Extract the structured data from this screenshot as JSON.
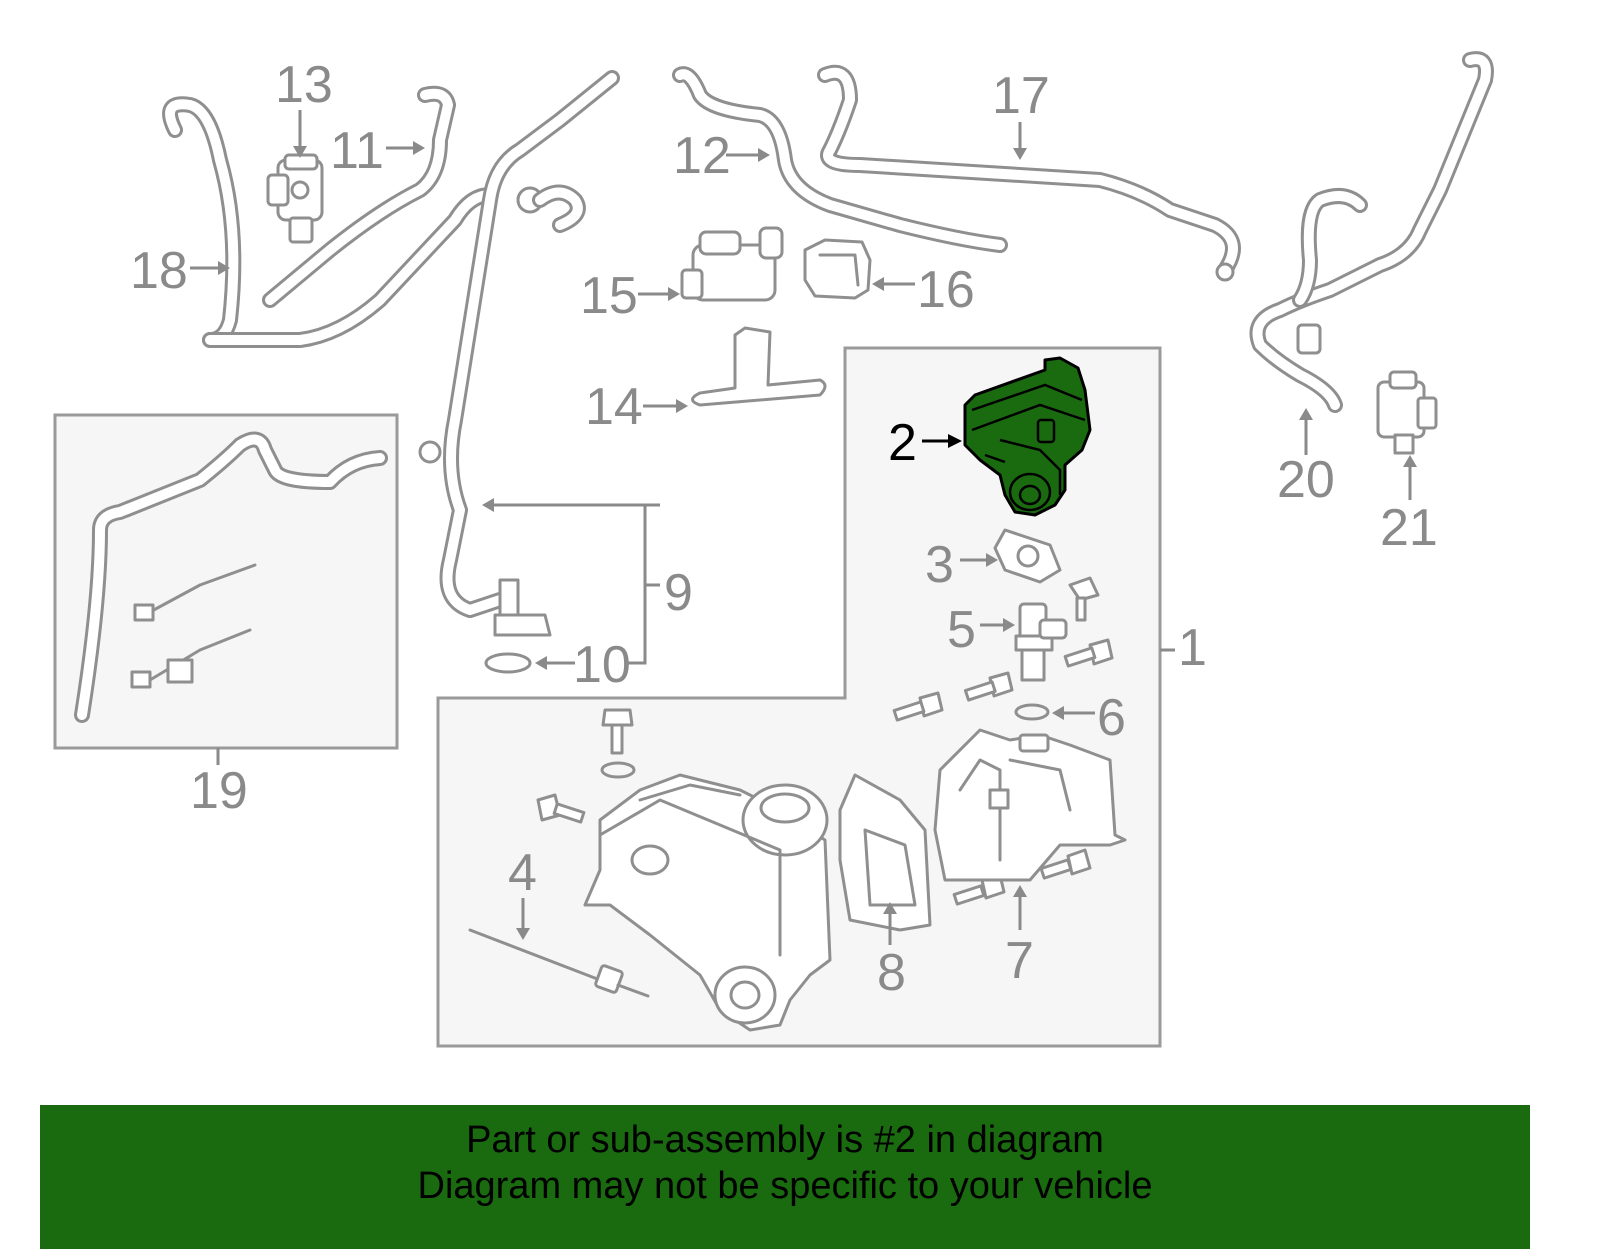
{
  "callouts": {
    "c1": "1",
    "c2": "2",
    "c3": "3",
    "c4": "4",
    "c5": "5",
    "c6": "6",
    "c7": "7",
    "c8": "8",
    "c9": "9",
    "c10": "10",
    "c11": "11",
    "c12": "12",
    "c13": "13",
    "c14": "14",
    "c15": "15",
    "c16": "16",
    "c17": "17",
    "c18": "18",
    "c19": "19",
    "c20": "20",
    "c21": "21"
  },
  "highlight": {
    "part": "2",
    "color": "#1a6b10"
  },
  "banner": {
    "line1": "Part or sub-assembly is #2 in diagram",
    "line2": "Diagram may not be specific to your vehicle",
    "background": "#1a6b10"
  }
}
